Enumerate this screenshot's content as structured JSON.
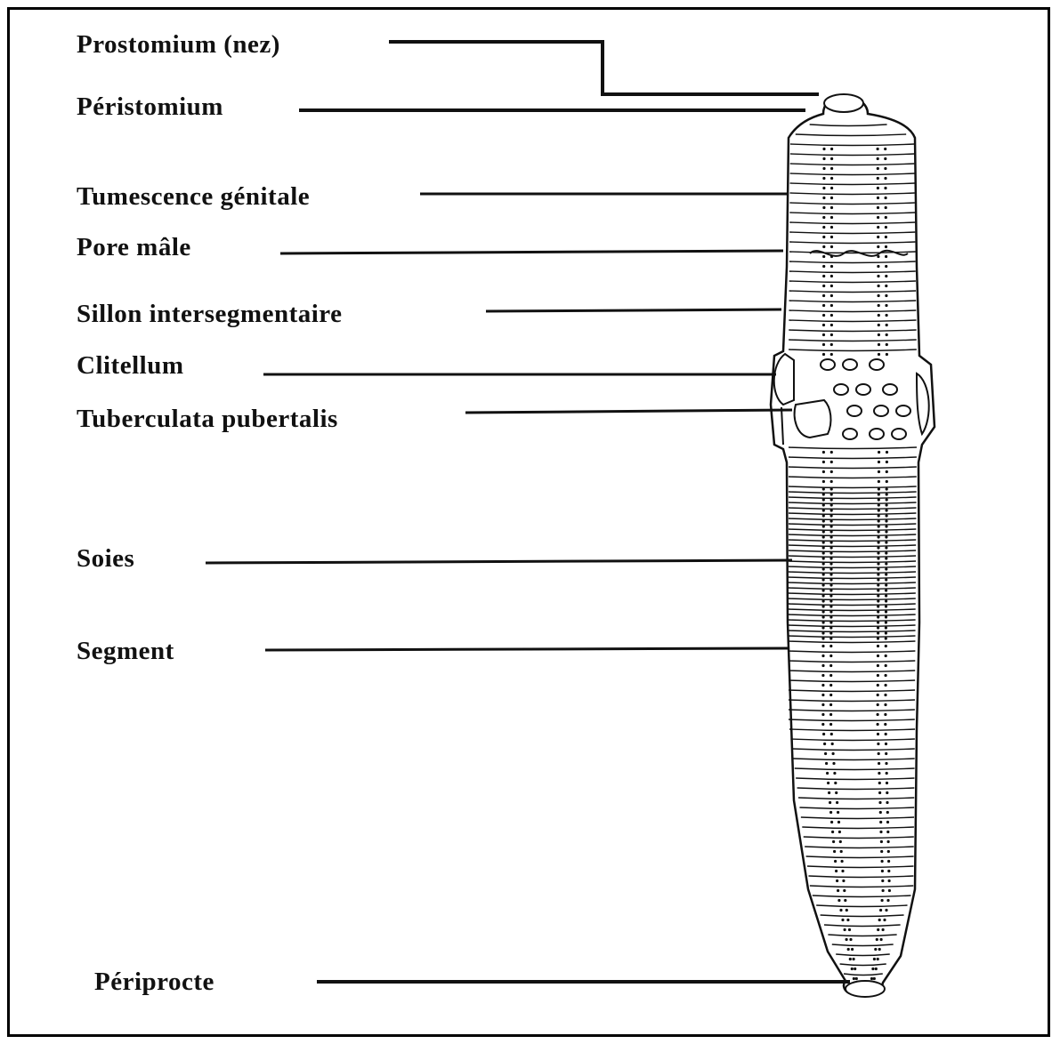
{
  "labels": {
    "prostomium": "Prostomium (nez)",
    "peristomium": "Péristomium",
    "tumescence": "Tumescence génitale",
    "pore_male": "Pore mâle",
    "sillon": "Sillon intersegmentaire",
    "clitellum": "Clitellum",
    "tuberculata": "Tuberculata pubertalis",
    "soies": "Soies",
    "segment": "Segment",
    "periprocte": "Périprocte"
  },
  "colors": {
    "ink": "#111111",
    "background": "#ffffff"
  }
}
